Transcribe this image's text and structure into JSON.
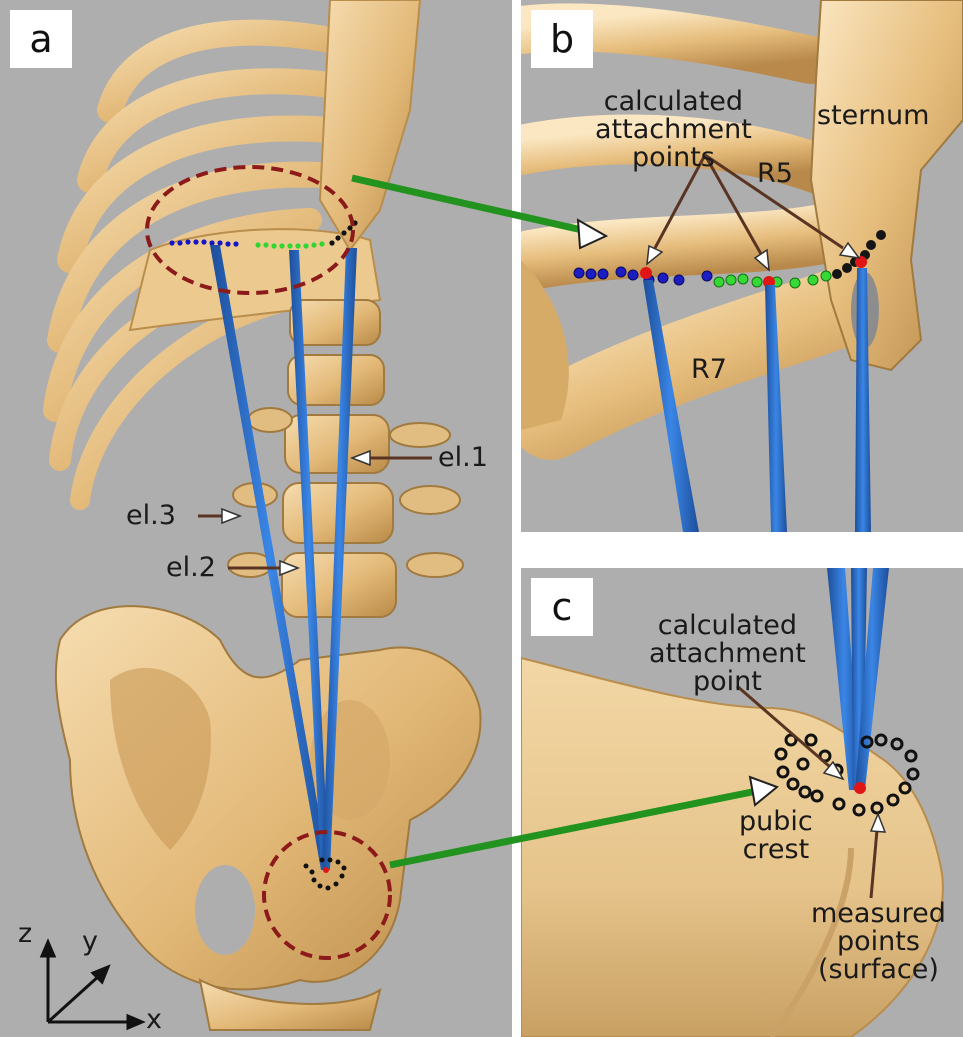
{
  "panels": {
    "a": {
      "label": "a",
      "electrodes": [
        "el.1",
        "el.3",
        "el.2"
      ],
      "axes": {
        "z": "z",
        "y": "y",
        "x": "x"
      }
    },
    "b": {
      "label": "b",
      "calc_points": "calculated\nattachment\npoints",
      "sternum": "sternum",
      "r5": "R5",
      "r7": "R7"
    },
    "c": {
      "label": "c",
      "calc_point": "calculated\nattachment\npoint",
      "pubic_crest": "pubic\ncrest",
      "measured": "measured\npoints\n(surface)"
    }
  },
  "colors": {
    "bone": "#e7c285",
    "bone_shadow": "#b98d4c",
    "background": "#aeaeae",
    "electrode": "#2b6fd0",
    "connector": "#23931f",
    "circle": "#8c1a1a",
    "arrow": "#5a3422"
  }
}
